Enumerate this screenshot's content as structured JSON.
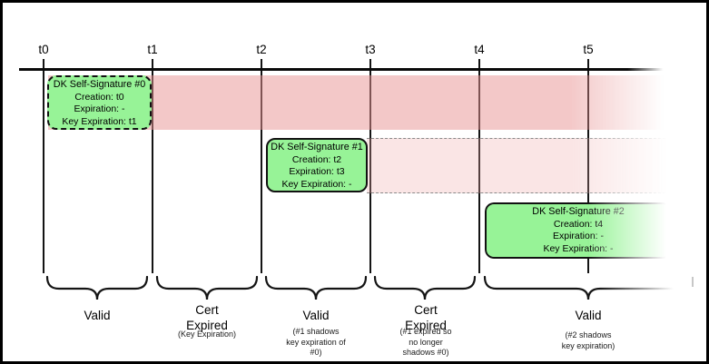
{
  "timeline": {
    "ticks": [
      {
        "label": "t0"
      },
      {
        "label": "t1"
      },
      {
        "label": "t2"
      },
      {
        "label": "t3"
      },
      {
        "label": "t4"
      },
      {
        "label": "t5"
      }
    ]
  },
  "signatures": [
    {
      "title": "DK Self-Signature #0",
      "creation": "Creation: t0",
      "expiration": "Expiration: -",
      "key_expiration": "Key Expiration: t1"
    },
    {
      "title": "DK Self-Signature #1",
      "creation": "Creation: t2",
      "expiration": "Expiration: t3",
      "key_expiration": "Key Expiration: -"
    },
    {
      "title": "DK Self-Signature #2",
      "creation": "Creation: t4",
      "expiration": "Expiration: -",
      "key_expiration": "Key Expiration: -"
    }
  ],
  "periods": [
    {
      "label": "Valid",
      "note": ""
    },
    {
      "label": "Cert\nExpired",
      "note": "(Key Expiration)"
    },
    {
      "label": "Valid",
      "note": "(#1 shadows\nkey expiration of\n#0)"
    },
    {
      "label": "Cert\nExpired",
      "note": "(#1 expired so\nno longer\nshadows #0)"
    },
    {
      "label": "Valid",
      "note": "(#2 shadows\nkey expiration)"
    }
  ],
  "colors": {
    "signature_box_green": "#97f397",
    "band_valid_strong_pink": "#f2c6c6",
    "band_valid_light_pink": "#fbe7e7",
    "line_black": "#141414"
  }
}
